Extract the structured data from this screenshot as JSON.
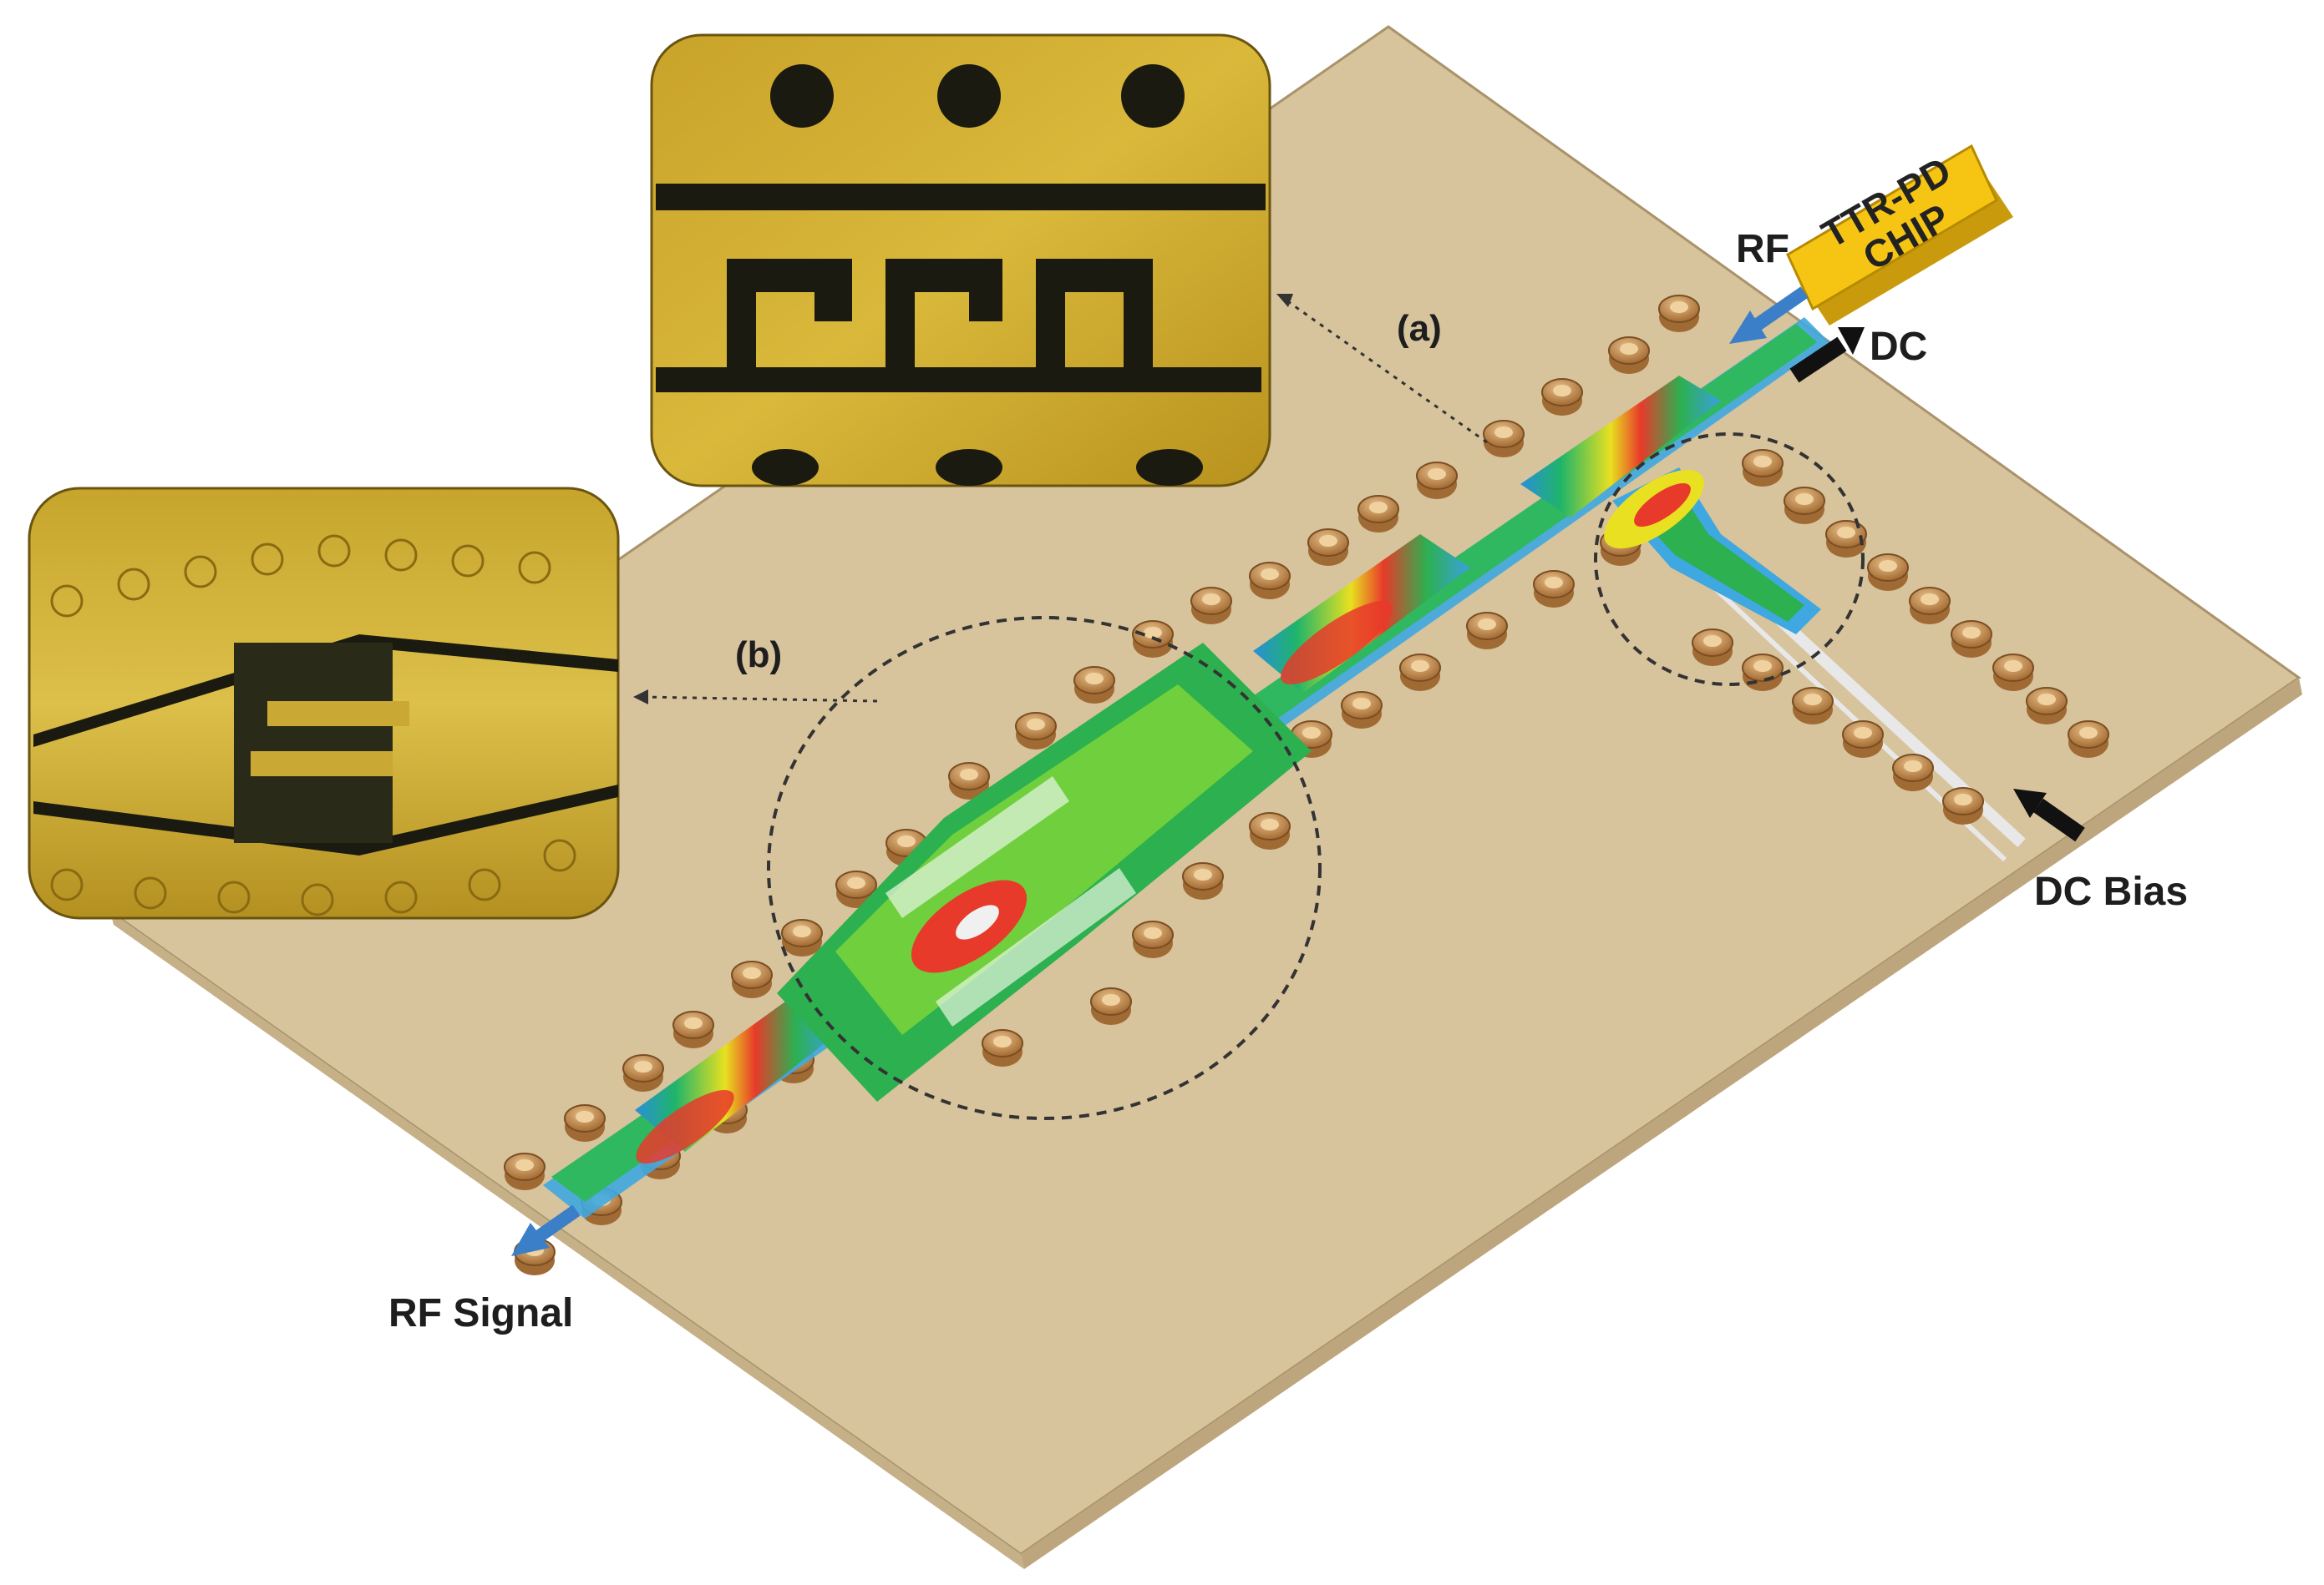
{
  "labels": {
    "rf_top": "RF",
    "dc_top": "DC",
    "chip_line1": "TTR-PD",
    "chip_line2": "CHIP",
    "inset_a": "(a)",
    "inset_b": "(b)",
    "dc_bias": "DC Bias",
    "rf_signal": "RF Signal"
  },
  "colors": {
    "substrate": "#d7c39c",
    "substrate_edge": "#b9a47c",
    "via": "#c9985a",
    "via_dark": "#8a5e2c",
    "gold": "#d2ae2c",
    "gold_dark": "#9a7a14",
    "trace": "#1a1a12",
    "chip": "#f6c514",
    "arrow_rf": "#3b7fc8",
    "arrow_dc": "#111111"
  },
  "icons": {
    "rf_arrow": "arrow-icon",
    "dc_arrow": "arrow-icon"
  }
}
